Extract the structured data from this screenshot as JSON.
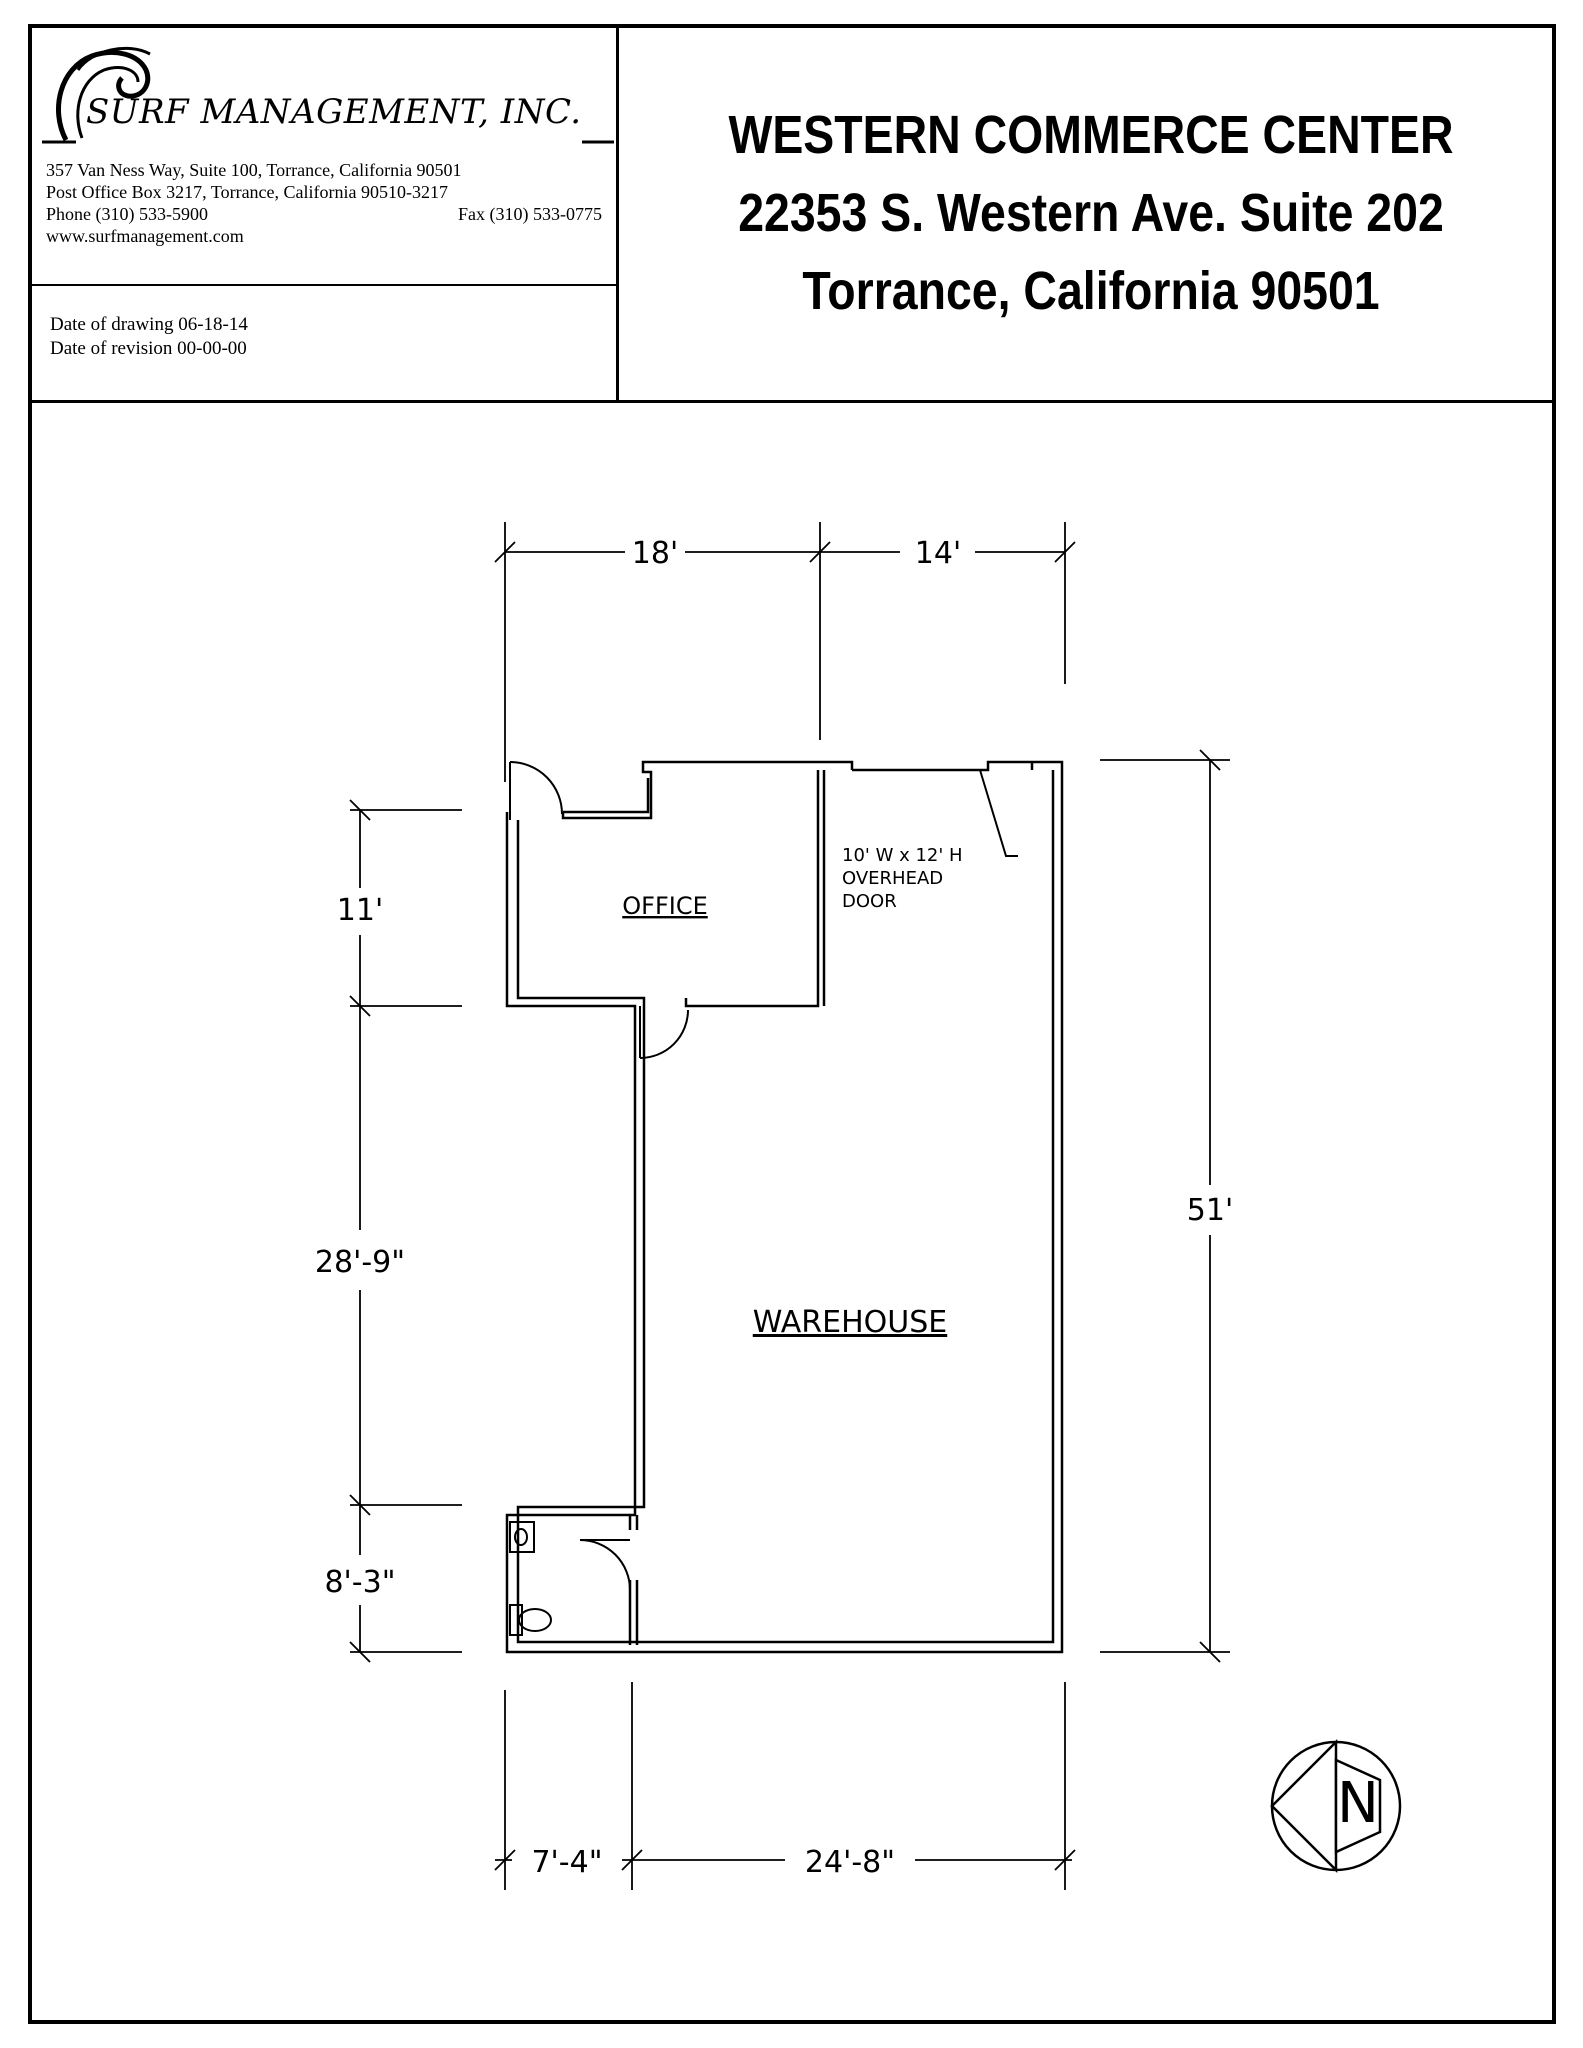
{
  "company": {
    "name": "SURF MANAGEMENT, INC.",
    "address_line": "357 Van Ness Way, Suite 100,  Torrance, California 90501",
    "po_box_line": "Post  Office  Box  3217, Torrance, California   90510-3217",
    "phone": "Phone  (310) 533-5900",
    "fax": "Fax  (310) 533-0775",
    "website": "www.surfmanagement.com"
  },
  "dates": {
    "drawing": "Date of drawing  06-18-14",
    "revision": "Date of revision  00-00-00"
  },
  "property": {
    "name": "WESTERN COMMERCE CENTER",
    "address": "22353 S. Western Ave.  Suite 202",
    "city": "Torrance, California  90501"
  },
  "plan": {
    "rooms": {
      "office": "OFFICE",
      "warehouse": "WAREHOUSE"
    },
    "door_note": {
      "line1": "10' W x 12' H",
      "line2": "OVERHEAD",
      "line3": "DOOR"
    },
    "dimensions": {
      "top_left": "18'",
      "top_right": "14'",
      "left_office": "11'",
      "left_middle": "28'-9\"",
      "left_bottom": "8'-3\"",
      "right_total": "51'",
      "bottom_left": "7'-4\"",
      "bottom_right": "24'-8\""
    },
    "north_arrow": "N"
  }
}
